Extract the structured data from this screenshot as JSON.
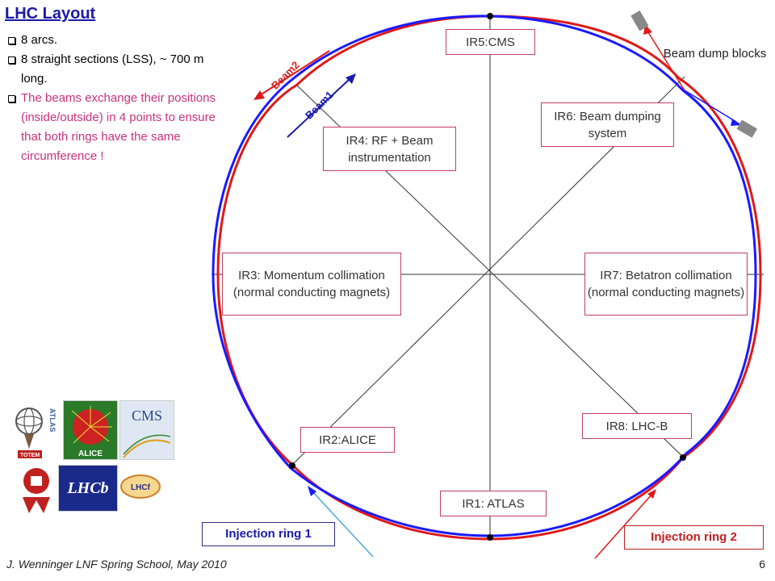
{
  "title": "LHC Layout",
  "bullets": [
    "8 arcs.",
    "8 straight sections (LSS), ~ 700 m long.",
    "The beams exchange their positions (inside/outside) in 4 points to ensure that both rings have the same circumference !"
  ],
  "beams": {
    "beam1": "Beam1",
    "beam2": "Beam2"
  },
  "interaction_regions": {
    "ir5": "IR5:CMS",
    "ir6": "IR6: Beam dumping system",
    "ir4": "IR4: RF + Beam instrumentation",
    "ir3": "IR3: Momentum collimation (normal conducting magnets)",
    "ir7": "IR7: Betatron collimation (normal conducting magnets)",
    "ir8": "IR8: LHC-B",
    "ir2": "IR2:ALICE",
    "ir1": "IR1: ATLAS"
  },
  "beam_dump": "Beam dump blocks",
  "injection": {
    "ring1": "Injection ring 1",
    "ring2": "Injection ring 2"
  },
  "logos": {
    "atlas": "ATLAS",
    "totem": "TOTEM",
    "cms": "CMS",
    "alice": "ALICE",
    "lhcb": "LHCb",
    "lhcf": "LHCf"
  },
  "footer": "J. Wenninger LNF Spring School, May 2010",
  "page_number": "6",
  "colors": {
    "beam1": "#1a1aff",
    "beam2": "#e01818",
    "title": "#1a1aa8",
    "highlight": "#c8327d"
  }
}
